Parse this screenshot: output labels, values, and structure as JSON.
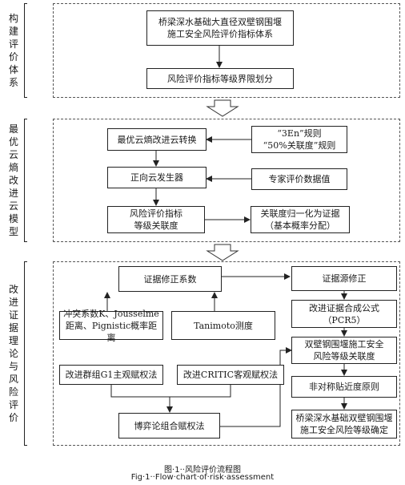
{
  "sections": [
    {
      "label": "构建评价体系"
    },
    {
      "label": "最优云熵改进云模型"
    },
    {
      "label": "改进证据理论与风险评价"
    }
  ],
  "nodes": {
    "system": {
      "lines": [
        "桥梁深水基础大直径双壁钢围堰",
        "施工安全风险评价指标体系"
      ]
    },
    "grade_division": {
      "lines": [
        "风险评价指标等级界限划分"
      ]
    },
    "cloud_transform": {
      "lines": [
        "最优云熵改进云转换"
      ]
    },
    "rules": {
      "lines": [
        "“3En”规则",
        "“50%关联度”规则"
      ]
    },
    "cloud_generator": {
      "lines": [
        "正向云发生器"
      ]
    },
    "expert_data": {
      "lines": [
        "专家评价数据值"
      ]
    },
    "grade_assoc": {
      "lines": [
        "风险评价指标",
        "等级关联度"
      ]
    },
    "normalize": {
      "lines": [
        "关联度归一化为证据",
        "（基本概率分配）"
      ]
    },
    "correction_coef": {
      "lines": [
        "证据修正系数"
      ]
    },
    "source_correction": {
      "lines": [
        "证据源修正"
      ]
    },
    "conflict_coef": {
      "lines": [
        "冲突系数K、Jousselme",
        "距离、Pignistic概率距离"
      ]
    },
    "tanimoto": {
      "lines": [
        "Tanimoto测度"
      ]
    },
    "pcr5": {
      "lines": [
        "改进证据合成公式",
        "（PCR5）"
      ]
    },
    "cofferdam_assoc": {
      "lines": [
        "双壁钢围堰施工安全",
        "风险等级关联度"
      ]
    },
    "g1": {
      "lines": [
        "改进群组G1主观赋权法"
      ]
    },
    "critic": {
      "lines": [
        "改进CRITIC客观赋权法"
      ]
    },
    "asym_closeness": {
      "lines": [
        "非对称贴近度原则"
      ]
    },
    "game_theory": {
      "lines": [
        "博弈论组合赋权法"
      ]
    },
    "final": {
      "lines": [
        "桥梁深水基础双壁钢围堰",
        "施工安全风险等级确定"
      ]
    }
  },
  "caption": {
    "cn": "图·1··风险评价流程图",
    "en": "Fig·1··Flow·chart·of·risk·assessment"
  }
}
